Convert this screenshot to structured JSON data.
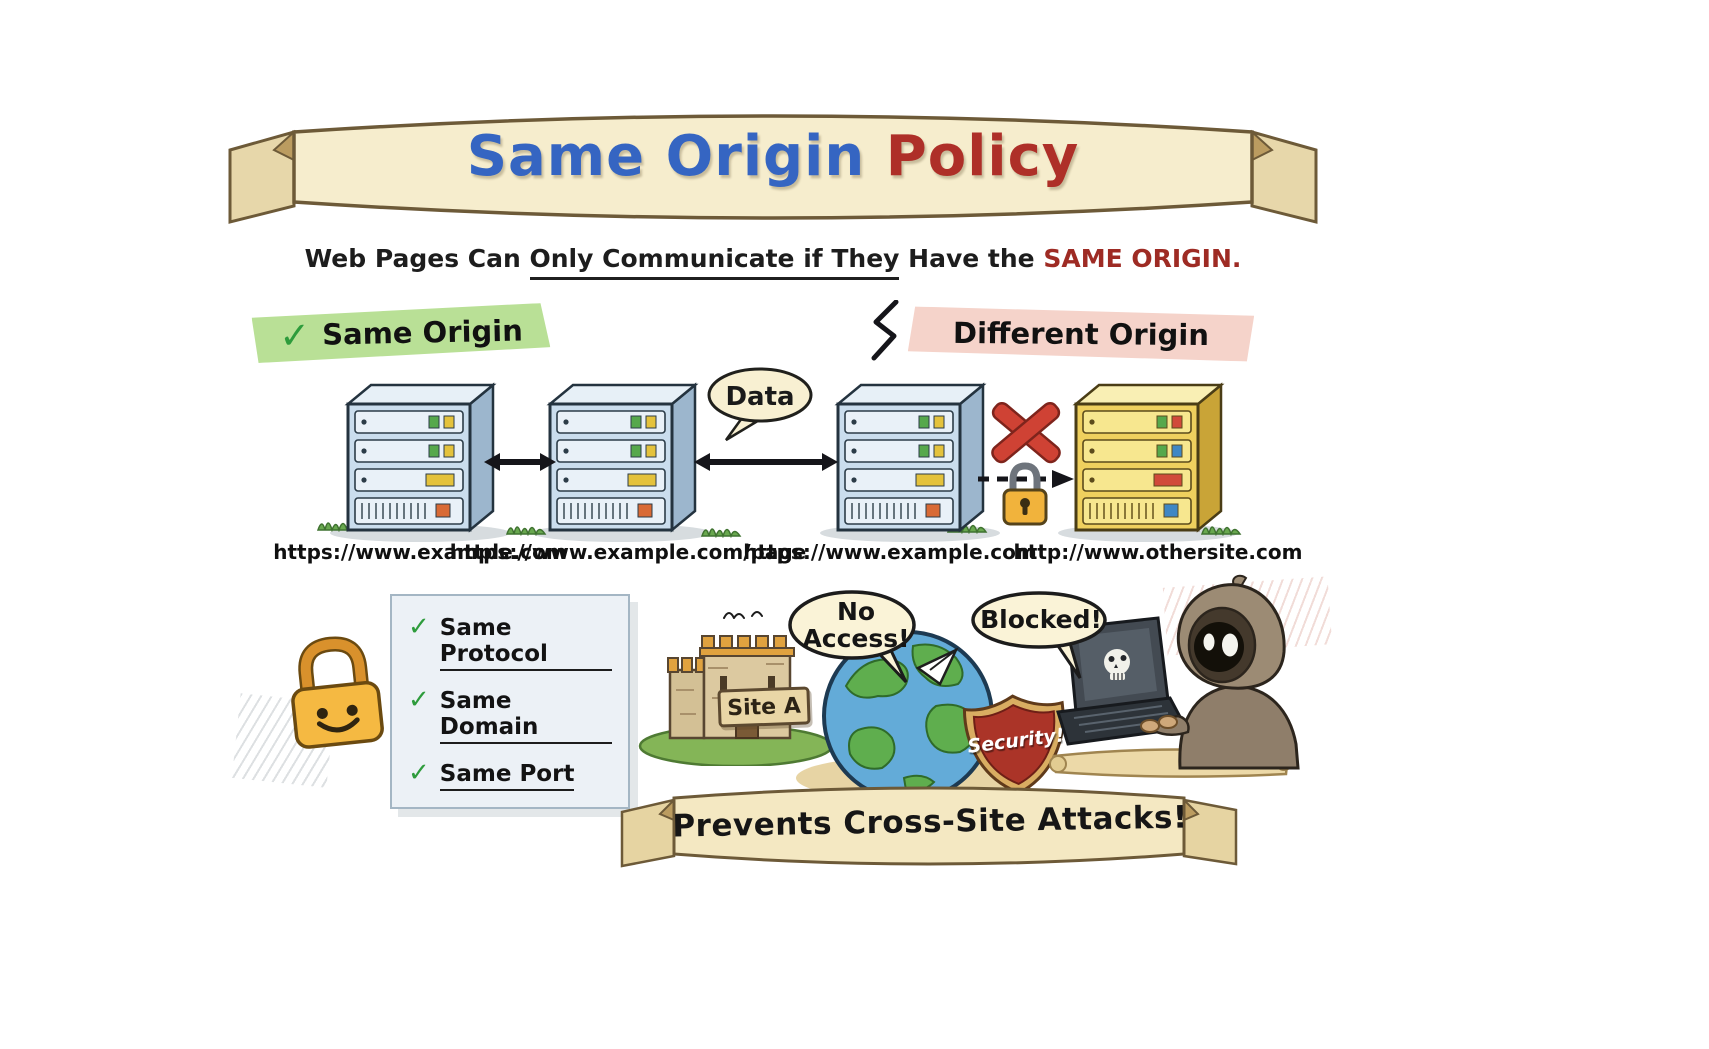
{
  "title": {
    "part_blue": "Same Origin ",
    "part_red": "Policy"
  },
  "subtitle": {
    "lead": "Web Pages Can ",
    "underlined": "Only Communicate if They",
    "mid": " Have the ",
    "emphasis": "SAME ORIGIN."
  },
  "same_origin": {
    "check_glyph": "✓",
    "label": "Same Origin",
    "urls": [
      "https://www.example.com",
      "https://www.example.com/page"
    ]
  },
  "different_origin": {
    "label": "Different Origin",
    "urls": [
      "https://www.example.com",
      "http://www.othersite.com"
    ]
  },
  "data_bubble": {
    "label": "Data"
  },
  "rules_panel": {
    "check_glyph": "✓",
    "items": [
      "Same Protocol",
      "Same Domain",
      "Same Port"
    ]
  },
  "scene": {
    "site_sign": "Site A",
    "speech_no_access": "No Access!",
    "speech_blocked": "Blocked!",
    "shield_label": "Security!"
  },
  "footer": {
    "banner_text": "Prevents Cross-Site Attacks!"
  },
  "colors": {
    "title_blue": "#3565c2",
    "title_red": "#ae2f28",
    "emphasis_red": "#9e2b24",
    "same_origin_green_bg": "#b9e096",
    "different_origin_pink_bg": "#f5d3ca",
    "check_green": "#2e9c3c",
    "blocked_x_red": "#cf4234",
    "banner_parchment": "#f6edcd",
    "server_blue": "#cadded",
    "server_yellow": "#efd05e",
    "lock_yellow": "#f5b942"
  },
  "icons": {
    "check": "✓",
    "blocked_x": "crossed-red-strokes",
    "padlock": "closed-padlock-shape",
    "smiley_padlock": "smiling-padlock-shape",
    "bidirectional_arrow": "double-headed-arrow",
    "zigzag": "lightning-squiggle",
    "skull": "skull-on-laptop"
  }
}
